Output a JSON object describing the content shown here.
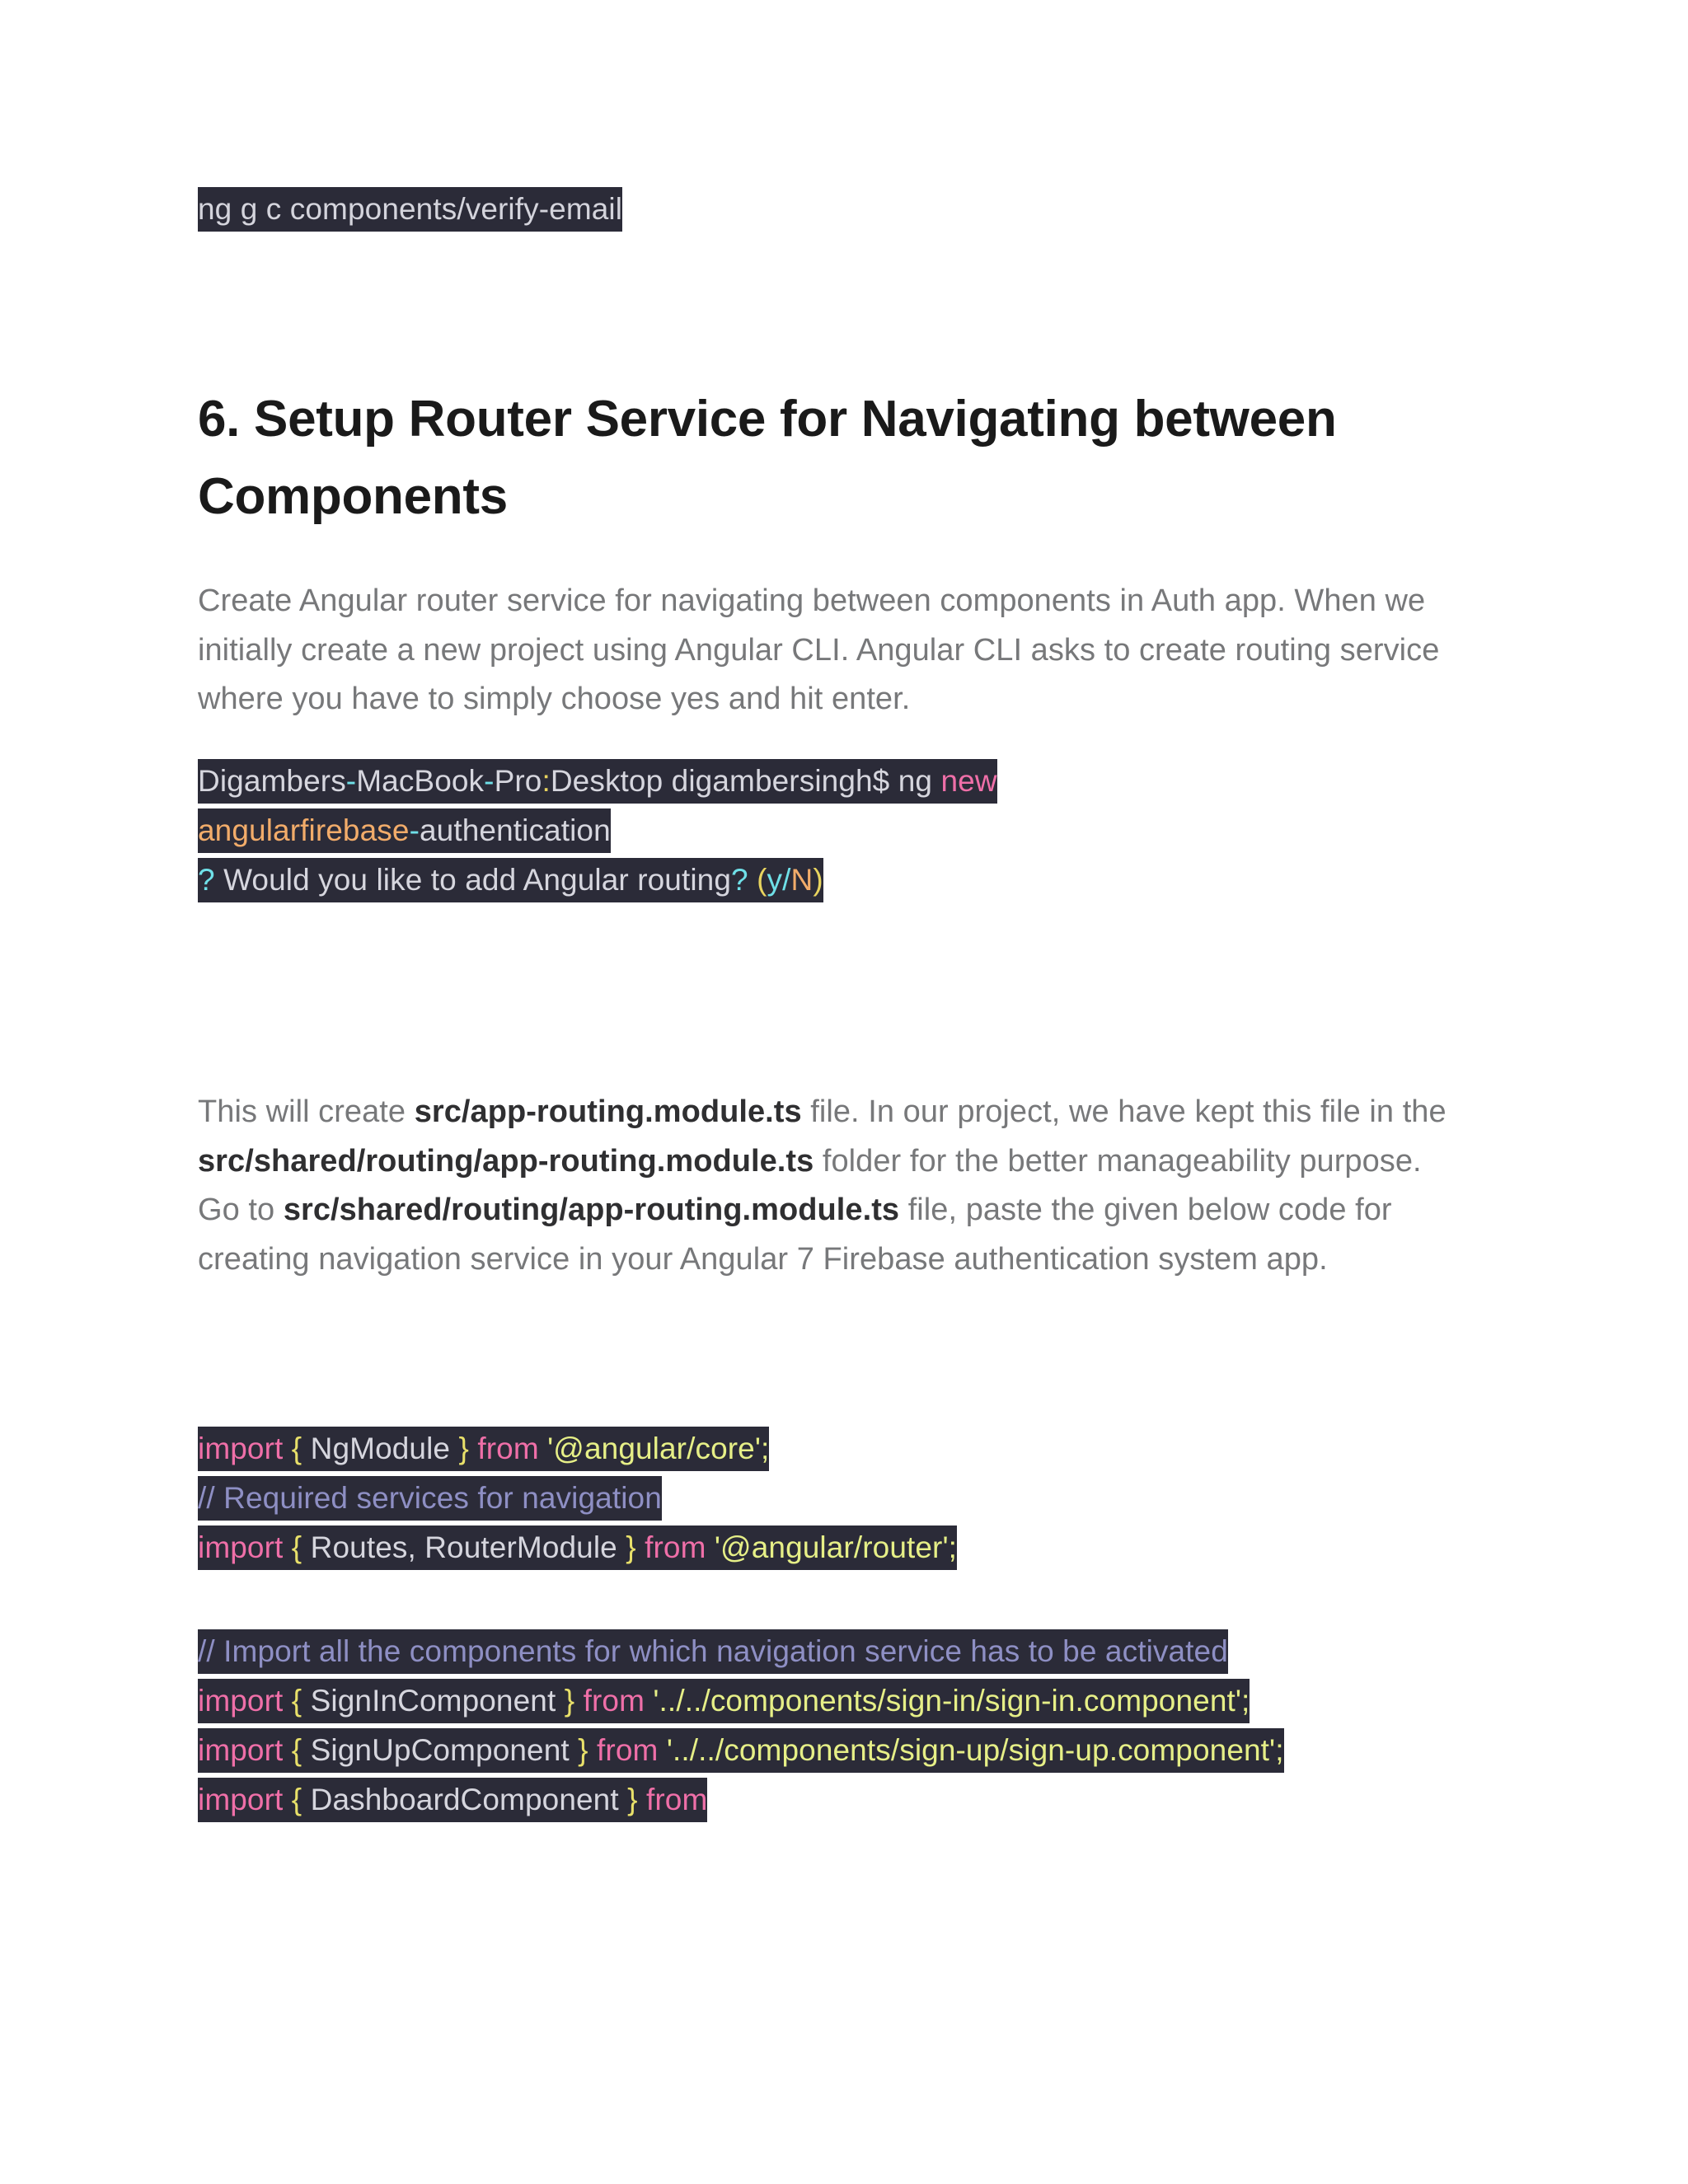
{
  "document": {
    "page_background": "#ffffff",
    "body_text_color": "#77787a",
    "heading_color": "#1a1a1a",
    "code_background": "#2b2b38"
  },
  "command_snippet": {
    "line": "ng g c components/verify-email"
  },
  "heading": {
    "text": "6. Setup Router Service for Navigating between Components"
  },
  "intro_paragraph": {
    "text": "Create Angular router service for navigating between components in Auth app. When we initially create a new project using Angular CLI. Angular CLI asks to create routing service where you have to simply choose yes and hit enter."
  },
  "terminal_block": {
    "lines": [
      {
        "tokens": [
          {
            "text": "Digambers",
            "kind": "plain"
          },
          {
            "text": "-",
            "kind": "cyan"
          },
          {
            "text": "MacBook",
            "kind": "plain"
          },
          {
            "text": "-",
            "kind": "cyan"
          },
          {
            "text": "Pro",
            "kind": "plain"
          },
          {
            "text": ":",
            "kind": "yellow"
          },
          {
            "text": "Desktop digambersingh$ ng ",
            "kind": "plain"
          },
          {
            "text": "new",
            "kind": "keyword"
          }
        ]
      },
      {
        "tokens": [
          {
            "text": "angularfirebase",
            "kind": "orange"
          },
          {
            "text": "-",
            "kind": "cyan"
          },
          {
            "text": "authentication",
            "kind": "plain"
          }
        ]
      },
      {
        "tokens": [
          {
            "text": "?",
            "kind": "cyan"
          },
          {
            "text": " Would you like to add Angular routing",
            "kind": "plain"
          },
          {
            "text": "?",
            "kind": "cyan"
          },
          {
            "text": " ",
            "kind": "plain"
          },
          {
            "text": "(",
            "kind": "yellow"
          },
          {
            "text": "y",
            "kind": "cyan"
          },
          {
            "text": "/",
            "kind": "cyan"
          },
          {
            "text": "N",
            "kind": "orange"
          },
          {
            "text": ")",
            "kind": "yellow"
          }
        ]
      }
    ]
  },
  "body_paragraph": {
    "segments": [
      {
        "text": "This will create ",
        "bold": false
      },
      {
        "text": "src/app-routing.module.ts",
        "bold": true
      },
      {
        "text": " file. In our project, we have kept this file in the ",
        "bold": false
      },
      {
        "text": "src/shared/routing/app-routing.module.ts",
        "bold": true
      },
      {
        "text": " folder for the better manageability purpose.",
        "bold": false
      }
    ],
    "segments_second": [
      {
        "text": "Go to ",
        "bold": false
      },
      {
        "text": "src/shared/routing/app-routing.module.ts",
        "bold": true
      },
      {
        "text": " file, paste the given below code for creating navigation service in your Angular 7 Firebase authentication system app.",
        "bold": false
      }
    ]
  },
  "code_block": {
    "lines": [
      {
        "tokens": [
          {
            "text": "import",
            "kind": "keyword"
          },
          {
            "text": " ",
            "kind": "plain"
          },
          {
            "text": "{",
            "kind": "brace"
          },
          {
            "text": " NgModule ",
            "kind": "plain"
          },
          {
            "text": "}",
            "kind": "brace"
          },
          {
            "text": " ",
            "kind": "plain"
          },
          {
            "text": "from",
            "kind": "keyword"
          },
          {
            "text": " ",
            "kind": "plain"
          },
          {
            "text": "'@angular/core';",
            "kind": "string"
          }
        ]
      },
      {
        "tokens": [
          {
            "text": "// Required services for navigation",
            "kind": "comment"
          }
        ]
      },
      {
        "tokens": [
          {
            "text": "import",
            "kind": "keyword"
          },
          {
            "text": " ",
            "kind": "plain"
          },
          {
            "text": "{",
            "kind": "brace"
          },
          {
            "text": " Routes, RouterModule ",
            "kind": "plain"
          },
          {
            "text": "}",
            "kind": "brace"
          },
          {
            "text": " ",
            "kind": "plain"
          },
          {
            "text": "from",
            "kind": "keyword"
          },
          {
            "text": " ",
            "kind": "plain"
          },
          {
            "text": "'@angular/router';",
            "kind": "string"
          }
        ]
      },
      {
        "blank": true
      },
      {
        "tokens": [
          {
            "text": "// Import all the components for which navigation service has to be activated",
            "kind": "comment"
          }
        ]
      },
      {
        "tokens": [
          {
            "text": "import",
            "kind": "keyword"
          },
          {
            "text": " ",
            "kind": "plain"
          },
          {
            "text": "{",
            "kind": "brace"
          },
          {
            "text": " SignInComponent ",
            "kind": "plain"
          },
          {
            "text": "}",
            "kind": "brace"
          },
          {
            "text": " ",
            "kind": "plain"
          },
          {
            "text": "from",
            "kind": "keyword"
          },
          {
            "text": " ",
            "kind": "plain"
          },
          {
            "text": "'../../components/sign-in/sign-in.component';",
            "kind": "string"
          }
        ]
      },
      {
        "tokens": [
          {
            "text": "import",
            "kind": "keyword"
          },
          {
            "text": " ",
            "kind": "plain"
          },
          {
            "text": "{",
            "kind": "brace"
          },
          {
            "text": " SignUpComponent ",
            "kind": "plain"
          },
          {
            "text": "}",
            "kind": "brace"
          },
          {
            "text": " ",
            "kind": "plain"
          },
          {
            "text": "from",
            "kind": "keyword"
          },
          {
            "text": " ",
            "kind": "plain"
          },
          {
            "text": "'../../components/sign-up/sign-up.component';",
            "kind": "string"
          }
        ]
      },
      {
        "tokens": [
          {
            "text": "import",
            "kind": "keyword"
          },
          {
            "text": " ",
            "kind": "plain"
          },
          {
            "text": "{",
            "kind": "brace"
          },
          {
            "text": " DashboardComponent ",
            "kind": "plain"
          },
          {
            "text": "}",
            "kind": "brace"
          },
          {
            "text": " ",
            "kind": "plain"
          },
          {
            "text": "from",
            "kind": "keyword"
          }
        ]
      }
    ]
  }
}
